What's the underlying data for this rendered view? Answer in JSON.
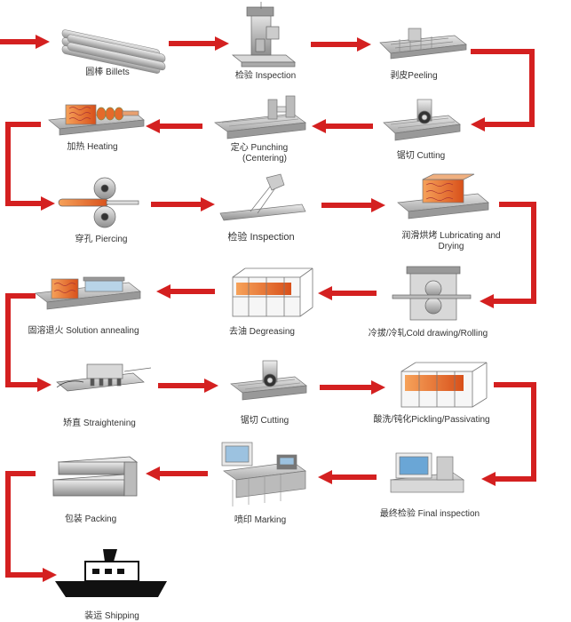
{
  "steps": [
    {
      "id": "billets",
      "label": "圆棒  Billets"
    },
    {
      "id": "inspection1",
      "label": "检验   Inspection"
    },
    {
      "id": "peeling",
      "label": "剥皮Peeling"
    },
    {
      "id": "cutting1",
      "label": "锯切 Cutting"
    },
    {
      "id": "punching",
      "label": "定心  Punching",
      "label2": "(Centering)"
    },
    {
      "id": "heating",
      "label": "加热  Heating"
    },
    {
      "id": "piercing",
      "label": "穿孔 Piercing"
    },
    {
      "id": "inspection2",
      "label": "检验 Inspection"
    },
    {
      "id": "lubricating",
      "label": "润滑烘烤  Lubricating and",
      "label2": "Drying"
    },
    {
      "id": "rolling",
      "label": "冷拔/冷轧Cold drawing/Rolling"
    },
    {
      "id": "degreasing",
      "label": "去油   Degreasing"
    },
    {
      "id": "annealing",
      "label": "固溶退火 Solution annealing"
    },
    {
      "id": "straightening",
      "label": "矫直  Straightening"
    },
    {
      "id": "cutting2",
      "label": "锯切 Cutting"
    },
    {
      "id": "pickling",
      "label": "酸洗/钝化Pickling/Passivating"
    },
    {
      "id": "final",
      "label": "最终检验 Final inspection"
    },
    {
      "id": "marking",
      "label": "喷印  Marking"
    },
    {
      "id": "packing",
      "label": "包装  Packing"
    },
    {
      "id": "shipping",
      "label": "装运   Shipping"
    }
  ],
  "colors": {
    "arrow": "#d42020",
    "machine": "#c8c8c8",
    "machine_dark": "#7a7a7a",
    "heat": "#e0641e",
    "frame": "#888888",
    "ship": "#111111"
  }
}
